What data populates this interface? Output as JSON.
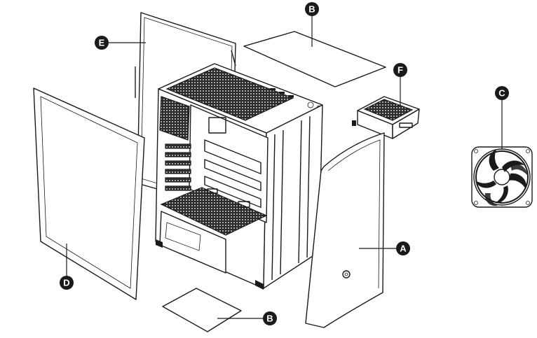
{
  "callouts": {
    "A": "A",
    "B_top": "B",
    "B_bottom": "B",
    "C": "C",
    "D": "D",
    "E": "E",
    "F": "F"
  }
}
